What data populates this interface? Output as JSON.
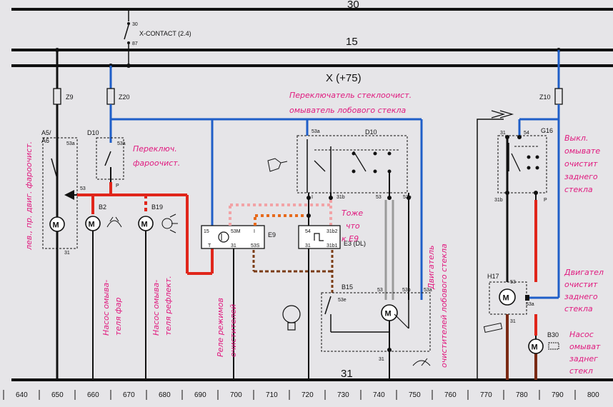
{
  "buses": {
    "b30": "30",
    "b15": "15",
    "bx": "X (+75)",
    "b31": "31"
  },
  "switch": {
    "label": "X-CONTACT (2.4)",
    "pin_top": "30",
    "pin_bottom": "87"
  },
  "fuses": {
    "z9": "Z9",
    "z20": "Z20",
    "z10": "Z10"
  },
  "components": {
    "a5": "A5/",
    "a6": "A6",
    "d10_left": "D10",
    "b2": "B2",
    "b19": "B19",
    "e9": "E9",
    "e3": "E3 (DL)",
    "d10_right": "D10",
    "b15": "B15",
    "g16": "G16",
    "h17": "H17",
    "b30": "B30"
  },
  "pins": {
    "a5_53a": "53a",
    "a5_53": "53",
    "a5_31": "31",
    "d10l_53a": "53a",
    "d10l_p": "P",
    "e9_15": "15",
    "e9_53m": "53M",
    "e9_i": "I",
    "e9_t": "T",
    "e9_31": "31",
    "e9_53s": "53S",
    "e3_54": "54",
    "e3_31b2": "31b2",
    "e3_31": "31",
    "e3_31b1": "31b1",
    "d10r_53a": "53a",
    "d10r_i": "I",
    "d10r_31b": "31b",
    "d10r_53": "53",
    "d10r_53b": "53b",
    "b15_53e": "53e",
    "b15_53": "53",
    "b15_53b": "53b",
    "b15_53a": "53a",
    "b15_31": "31",
    "g16_31": "31",
    "g16_54": "54",
    "g16_31b": "31b",
    "g16_p": "P",
    "h17_53": "53",
    "h17_53a": "53a",
    "h17_31": "31"
  },
  "grid": [
    "640",
    "650",
    "660",
    "670",
    "680",
    "690",
    "700",
    "710",
    "720",
    "730",
    "740",
    "750",
    "760",
    "770",
    "780",
    "790",
    "800"
  ],
  "annotations": {
    "rear_switch": [
      "Выкл.",
      "омывате",
      "очистит",
      "заднего",
      "стекла"
    ],
    "front_switch": [
      "Переключатель стеклоочист.",
      "омыватель лобового стекла"
    ],
    "headlamp_switch": [
      "Переключ.",
      "фароочист."
    ],
    "same_as_e9": [
      "Тоже",
      "что",
      "к Е9"
    ],
    "left_motor": "лев., пр. двиг. фароочист.",
    "pump_headlamp": [
      "Насос омыва-",
      "теля фар"
    ],
    "pump_reflector": [
      "Насос омыва-",
      "теля рефлект."
    ],
    "relay": [
      "Реле режимов",
      "очистителей"
    ],
    "front_motor": [
      "Двигатель",
      "очистителей лобового стекла"
    ],
    "rear_motor": [
      "Двигател",
      "очистит",
      "заднего",
      "стекла"
    ],
    "rear_pump": [
      "Насос",
      "омыват",
      "заднег",
      "стекл"
    ]
  },
  "colors": {
    "background": "#e6e5e8",
    "wire_black": "#111111",
    "wire_blue": "#1f5ec8",
    "wire_red": "#e0261b",
    "wire_pink_dotted": "#f2a3a6",
    "wire_orange_dotted": "#e76a1c",
    "handwriting": "#e0197e"
  }
}
